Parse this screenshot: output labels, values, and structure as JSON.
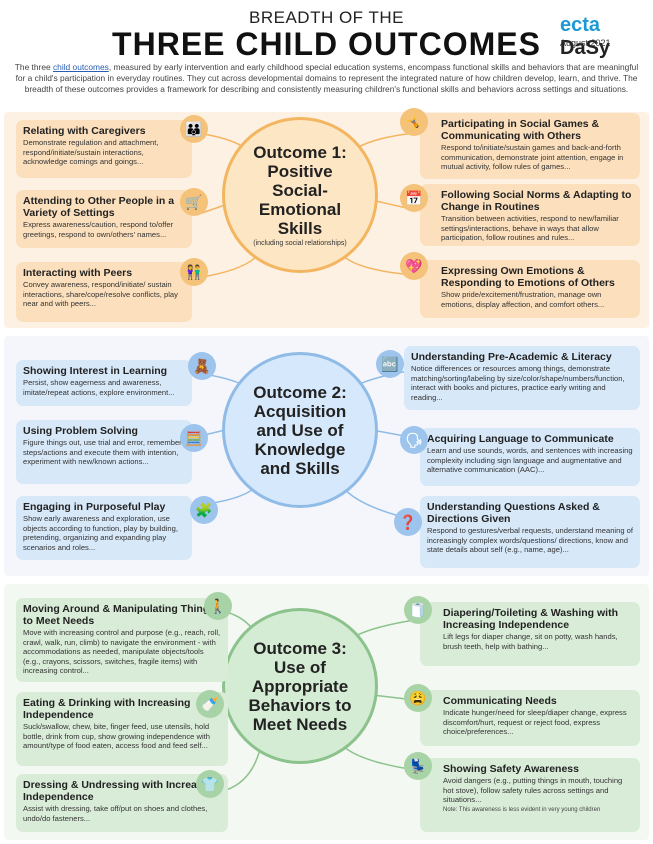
{
  "header": {
    "top": "BREADTH OF THE",
    "main": "THREE CHILD OUTCOMES",
    "logo_main": "ecta",
    "logo_sub": "DaSy",
    "date": "August 2021"
  },
  "intro": {
    "pre": "The three ",
    "link": "child outcomes",
    "post": ", measured by early intervention and early childhood special education systems, encompass functional skills and behaviors that are meaningful for a child's participation in everyday routines. They cut across developmental domains to represent the integrated nature of how children develop, learn, and thrive. The breadth of these outcomes provides a framework for describing and consistently measuring children's functional skills and behaviors across settings and situations."
  },
  "outcome1": {
    "title": "Outcome 1: Positive Social-Emotional Skills",
    "subtitle": "(including social relationships)",
    "left": [
      {
        "title": "Relating with Caregivers",
        "desc": "Demonstrate regulation and attachment, respond/initiate/sustain interactions, acknowledge comings and goings..."
      },
      {
        "title": "Attending to Other People in a Variety of Settings",
        "desc": "Express awareness/caution, respond to/offer greetings, respond to own/others' names..."
      },
      {
        "title": "Interacting with Peers",
        "desc": "Convey awareness, respond/initiate/ sustain interactions, share/cope/resolve conflicts, play near and with peers..."
      }
    ],
    "right": [
      {
        "title": "Participating in Social Games & Communicating with Others",
        "desc": "Respond to/initiate/sustain games and back-and-forth communication, demonstrate joint attention, engage in mutual activity, follow rules of games..."
      },
      {
        "title": "Following Social Norms & Adapting to Change in Routines",
        "desc": "Transition between activities, respond to new/familiar settings/interactions, behave in ways that allow participation, follow routines and rules..."
      },
      {
        "title": "Expressing Own Emotions & Responding to Emotions of Others",
        "desc": "Show pride/excitement/frustration, manage own emotions, display affection, and comfort others..."
      }
    ]
  },
  "outcome2": {
    "title": "Outcome 2: Acquisition and Use of Knowledge and Skills",
    "left": [
      {
        "title": "Showing Interest in Learning",
        "desc": "Persist, show eagerness and awareness, imitate/repeat actions, explore environment..."
      },
      {
        "title": "Using Problem Solving",
        "desc": "Figure things out, use trial and error, remember steps/actions and execute them with intention, experiment with new/known actions..."
      },
      {
        "title": "Engaging in Purposeful Play",
        "desc": "Show early awareness and exploration, use objects according to function, play by building, pretending, organizing and expanding play scenarios and roles..."
      }
    ],
    "right": [
      {
        "title": "Understanding Pre-Academic & Literacy",
        "desc": "Notice differences or resources among things, demonstrate matching/sorting/labeling by size/color/shape/numbers/function, interact with books and pictures, practice early writing and reading..."
      },
      {
        "title": "Acquiring Language to Communicate",
        "desc": "Learn and use sounds, words, and sentences with increasing complexity including sign language and augmentative and alternative communication (AAC)..."
      },
      {
        "title": "Understanding Questions Asked & Directions Given",
        "desc": "Respond to gestures/verbal requests, understand meaning of increasingly complex words/questions/ directions, know and state details about self (e.g., name, age)..."
      }
    ]
  },
  "outcome3": {
    "title": "Outcome 3: Use of Appropriate Behaviors to Meet Needs",
    "left": [
      {
        "title": "Moving Around & Manipulating Things to Meet Needs",
        "desc": "Move with increasing control and purpose (e.g., reach, roll, crawl, walk, run, climb) to navigate the environment - with accommodations as needed, manipulate objects/tools (e.g., crayons, scissors, switches, fragile items) with increasing control..."
      },
      {
        "title": "Eating & Drinking with Increasing Independence",
        "desc": "Suck/swallow, chew, bite, finger feed, use utensils, hold bottle, drink from cup, show growing independence with amount/type of food eaten, access food and feed self..."
      },
      {
        "title": "Dressing & Undressing with Increasing Independence",
        "desc": "Assist with dressing, take off/put on shoes and clothes, undo/do fasteners..."
      }
    ],
    "right": [
      {
        "title": "Diapering/Toileting & Washing with Increasing Independence",
        "desc": "Lift legs for diaper change, sit on potty, wash hands, brush teeth, help with bathing..."
      },
      {
        "title": "Communicating Needs",
        "desc": "Indicate hunger/need for sleep/diaper change, express discomfort/hurt, request or reject food, express choice/preferences..."
      },
      {
        "title": "Showing Safety Awareness",
        "desc": "Avoid dangers (e.g., putting things in mouth, touching hot stove), follow safety rules across settings and situations...",
        "note": "Note: This awareness is less evident in very young children"
      }
    ]
  },
  "icons": {
    "o1": [
      "family-icon",
      "shopping-cart-icon",
      "kids-faces-icon",
      "playing-kids-icon",
      "calendar-icon",
      "heart-face-icon"
    ],
    "o2": [
      "puzzle-toy-icon",
      "abacus-icon",
      "play-blocks-icon",
      "abc-blocks-icon",
      "talking-child-icon",
      "question-bubble-icon"
    ],
    "o3": [
      "walking-child-icon",
      "feeding-icon",
      "shirt-icon",
      "towel-icon",
      "hungry-child-icon",
      "car-seat-icon"
    ]
  },
  "colors": {
    "outcome1_fill": "#fde6c4",
    "outcome1_stroke": "#f4b560",
    "outcome2_fill": "#d6e8fb",
    "outcome2_stroke": "#8fbbe6",
    "outcome3_fill": "#d4ebd4",
    "outcome3_stroke": "#8cc28c"
  }
}
